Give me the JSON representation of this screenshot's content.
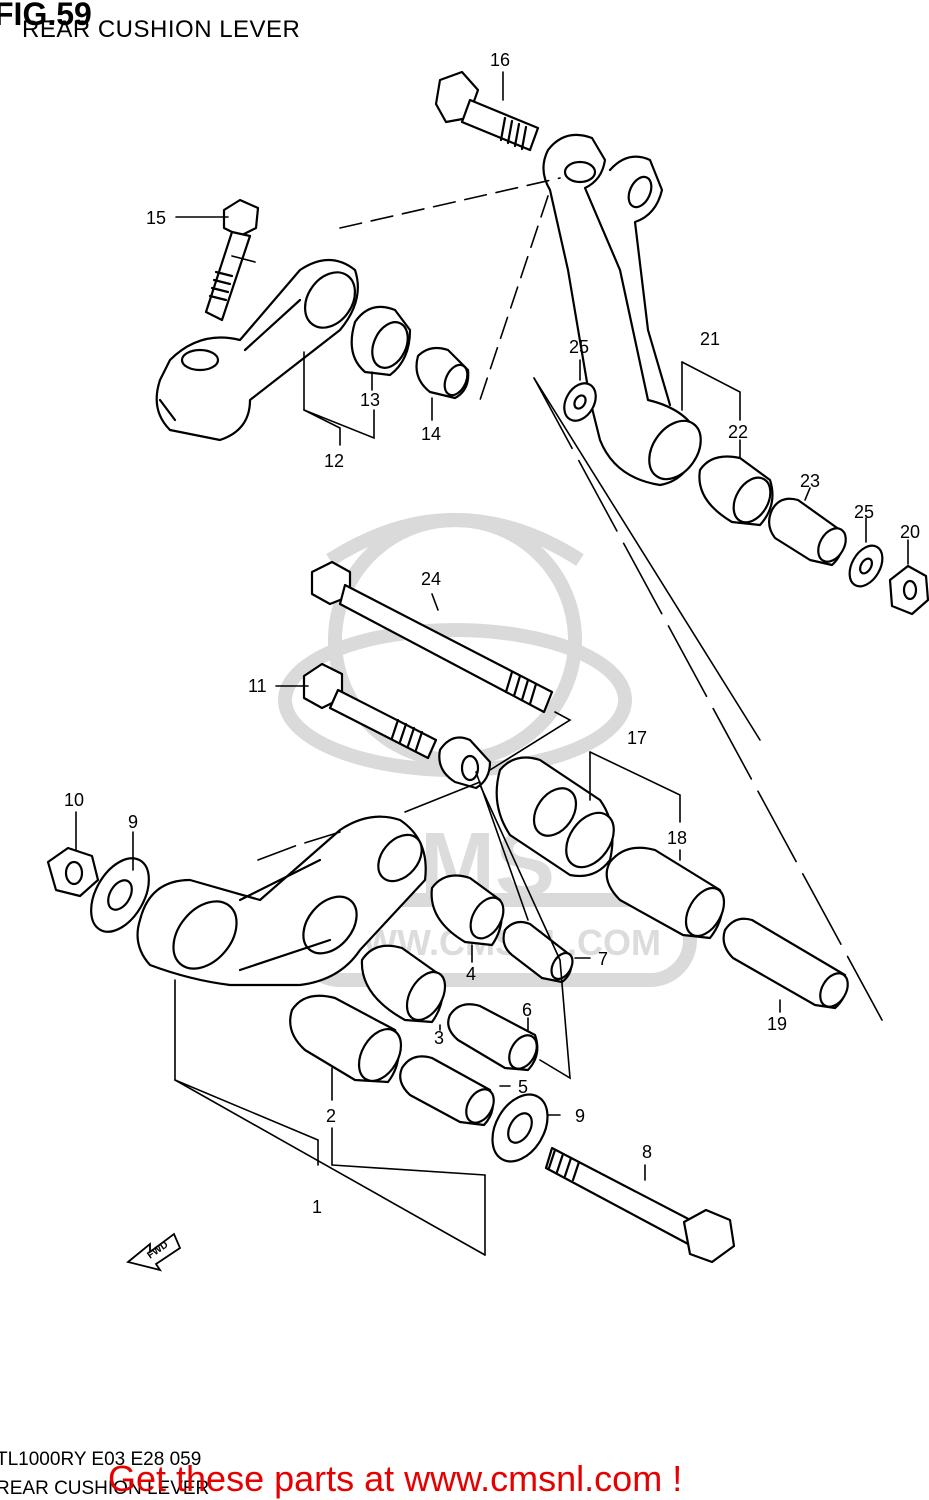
{
  "figure": {
    "title": "FIG.59",
    "subtitle": "REAR CUSHION LEVER"
  },
  "footer": {
    "model_code": "TL1000RY E03 E28 059",
    "subtitle": "REAR CUSHION LEVER",
    "promo_text": "Get these parts at www.cmsnl.com !",
    "promo_color": "#e60000"
  },
  "watermark": {
    "brand": "CMS",
    "url": "WWW.CMSNL.COM"
  },
  "direction_arrow": {
    "label": "FWD"
  },
  "part_numbers": [
    {
      "id": "16",
      "label": "16"
    },
    {
      "id": "15",
      "label": "15"
    },
    {
      "id": "13",
      "label": "13"
    },
    {
      "id": "14",
      "label": "14"
    },
    {
      "id": "12",
      "label": "12"
    },
    {
      "id": "25a",
      "label": "25"
    },
    {
      "id": "21",
      "label": "21"
    },
    {
      "id": "22",
      "label": "22"
    },
    {
      "id": "23",
      "label": "23"
    },
    {
      "id": "25b",
      "label": "25"
    },
    {
      "id": "20",
      "label": "20"
    },
    {
      "id": "24",
      "label": "24"
    },
    {
      "id": "11",
      "label": "11"
    },
    {
      "id": "17",
      "label": "17"
    },
    {
      "id": "10",
      "label": "10"
    },
    {
      "id": "9a",
      "label": "9"
    },
    {
      "id": "18",
      "label": "18"
    },
    {
      "id": "7",
      "label": "7"
    },
    {
      "id": "4",
      "label": "4"
    },
    {
      "id": "6",
      "label": "6"
    },
    {
      "id": "3",
      "label": "3"
    },
    {
      "id": "19",
      "label": "19"
    },
    {
      "id": "5",
      "label": "5"
    },
    {
      "id": "9b",
      "label": "9"
    },
    {
      "id": "2",
      "label": "2"
    },
    {
      "id": "8",
      "label": "8"
    },
    {
      "id": "1",
      "label": "1"
    }
  ]
}
